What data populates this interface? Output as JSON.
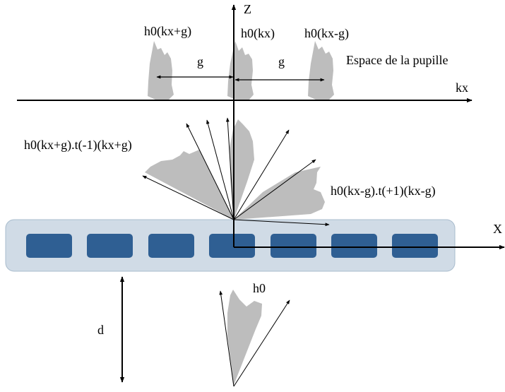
{
  "axes": {
    "z_label": "Z",
    "x_label": "X",
    "kx_label": "kx"
  },
  "pupil": {
    "title": "Espace de la pupille",
    "lobe_left_label": "h0(kx+g)",
    "lobe_center_label": "h0(kx)",
    "lobe_right_label": "h0(kx-g)",
    "spacing_left_label": "g",
    "spacing_right_label": "g"
  },
  "diffraction": {
    "minus_one_label": "h0(kx+g).t(-1)(kx+g)",
    "plus_one_label": "h0(kx-g).t(+1)(kx-g)"
  },
  "source": {
    "label": "h0",
    "distance_label": "d"
  },
  "grating": {
    "cell_count": 7,
    "slab_color": "#d0dbe6",
    "cell_color": "#2f5f93"
  },
  "colors": {
    "lobe_fill": "#bdbdbd",
    "line": "#000000"
  }
}
